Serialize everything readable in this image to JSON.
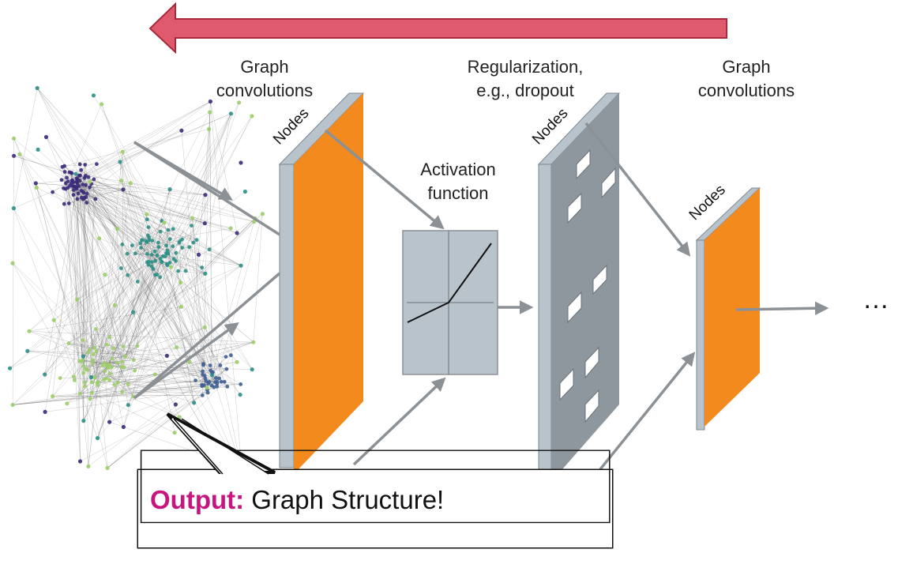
{
  "labels": {
    "graph_conv_1": "Graph\nconvolutions",
    "regularization": "Regularization,\ne.g., dropout",
    "graph_conv_2": "Graph\nconvolutions",
    "activation": "Activation\nfunction",
    "nodes_1": "Nodes",
    "nodes_2": "Nodes",
    "nodes_3": "Nodes",
    "ellipsis": "…"
  },
  "callout": {
    "keyword": "Output:",
    "text": " Graph Structure!"
  },
  "colors": {
    "arrow_back_fill": "#e05a6e",
    "arrow_back_stroke": "#a8283c",
    "layer_orange": "#f28a1e",
    "layer_side": "#b9c3cc",
    "dropout_panel": "#8e979e",
    "activation_box": "#b9c3cc",
    "connector_gray": "#8c9196",
    "cluster_purple": "#3b2b7a",
    "cluster_teal": "#2c8f86",
    "cluster_green": "#9ccd6a",
    "cluster_blue": "#3f5f93"
  }
}
